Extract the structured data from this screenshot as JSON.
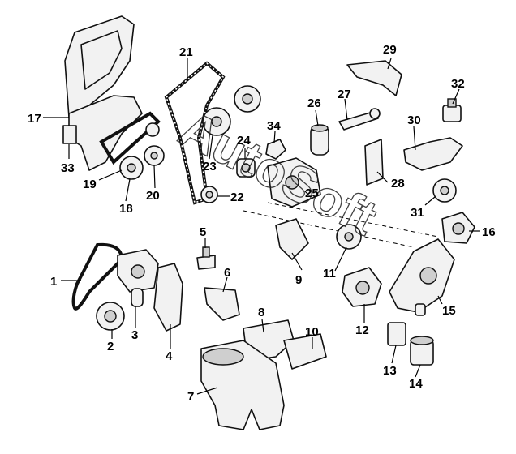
{
  "watermark": "AutoSoft",
  "callouts": {
    "c1": "1",
    "c2": "2",
    "c3": "3",
    "c4": "4",
    "c5": "5",
    "c6": "6",
    "c7": "7",
    "c8": "8",
    "c9": "9",
    "c10": "10",
    "c11": "11",
    "c12": "12",
    "c13": "13",
    "c14": "14",
    "c15": "15",
    "c16": "16",
    "c17": "17",
    "c18": "18",
    "c19": "19",
    "c20": "20",
    "c21": "21",
    "c22": "22",
    "c23": "23",
    "c24": "24",
    "c25": "25",
    "c26": "26",
    "c27": "27",
    "c28": "28",
    "c29": "29",
    "c30": "30",
    "c31": "31",
    "c32": "32",
    "c33": "33",
    "c34": "34"
  }
}
